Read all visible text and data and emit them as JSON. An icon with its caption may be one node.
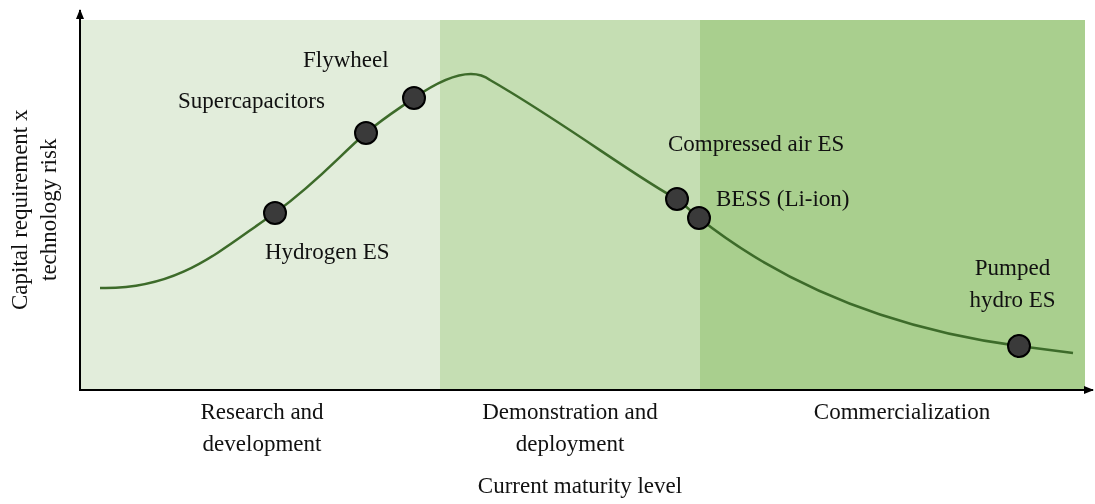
{
  "diagram": {
    "labels": [
      "Flywheel",
      "Supercapacitors",
      "Compressed air ES",
      "BESS (Li-ion)",
      "Hydrogen ES",
      "Pumped hydro ES",
      "Capital requirement x technology risk",
      "Research and development",
      "Demonstration and deployment",
      "Commercialization",
      "Current maturity level"
    ]
  }
}
